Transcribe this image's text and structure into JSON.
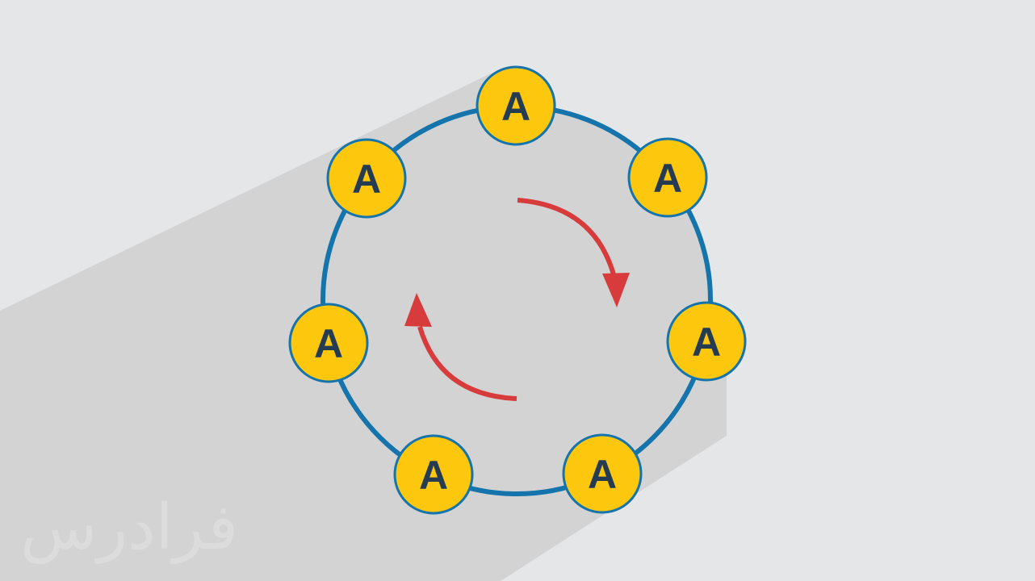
{
  "diagram": {
    "node_labels": [
      "A",
      "A",
      "A",
      "A",
      "A",
      "A",
      "A"
    ],
    "watermark": "فرادرس"
  },
  "colors": {
    "background": "#e5e6e8",
    "shadow": "#d3d3d4",
    "ring_fill": "#d3d3d4",
    "ring_stroke": "#1474ab",
    "node_fill": "#fdc70e",
    "node_stroke": "#1474ab",
    "node_text": "#243b52",
    "arrow": "#d83b3b",
    "watermark": "#dcdcdd"
  }
}
